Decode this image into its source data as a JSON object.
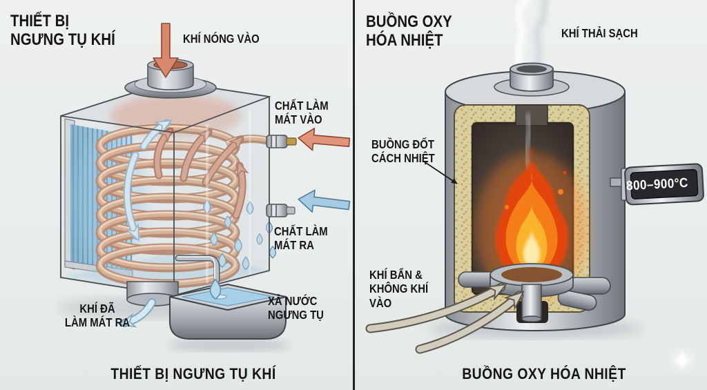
{
  "left_panel": {
    "title": "THIẾT BỊ\nNGƯNG TỤ KHÍ",
    "labels": {
      "hot_gas_in": "KHÍ NÓNG VÀO",
      "coolant_in": "CHẤT LÀM\nMÁT VÀO",
      "coolant_out": "CHẤT LÀM\nMÁT RA",
      "cooled_gas_out": "KHÍ ĐÃ\nLÀM MÁT RA",
      "condensate_drain": "XẢ NƯỚC\nNGƯNG TỤ"
    },
    "caption": "THIẾT BỊ NGƯNG TỤ KHÍ"
  },
  "right_panel": {
    "title": "BUỒNG OXY\nHÓA NHIỆT",
    "labels": {
      "clean_exhaust": "KHÍ THẢI SẠCH",
      "insulated_chamber": "BUỒNG ĐỐT\nCÁCH NHIỆT",
      "dirty_gas_air_in": "KHÍ BẨN &\nKHÔNG KHÍ\nVÀO",
      "temperature": "800–900°C"
    },
    "caption": "BUỒNG OXY HÓA NHIỆT"
  },
  "colors": {
    "background": "#e9edec",
    "text": "#151515",
    "hot_arrow": "#d8886c",
    "cool_arrow": "#a5cbe2",
    "copper_coil": "#c08a66",
    "insulation": "#dccf9e",
    "flame_outer": "#e3450f",
    "flame_core": "#fdebae",
    "sign_background": "#26282b",
    "sign_text": "#ffffff"
  }
}
